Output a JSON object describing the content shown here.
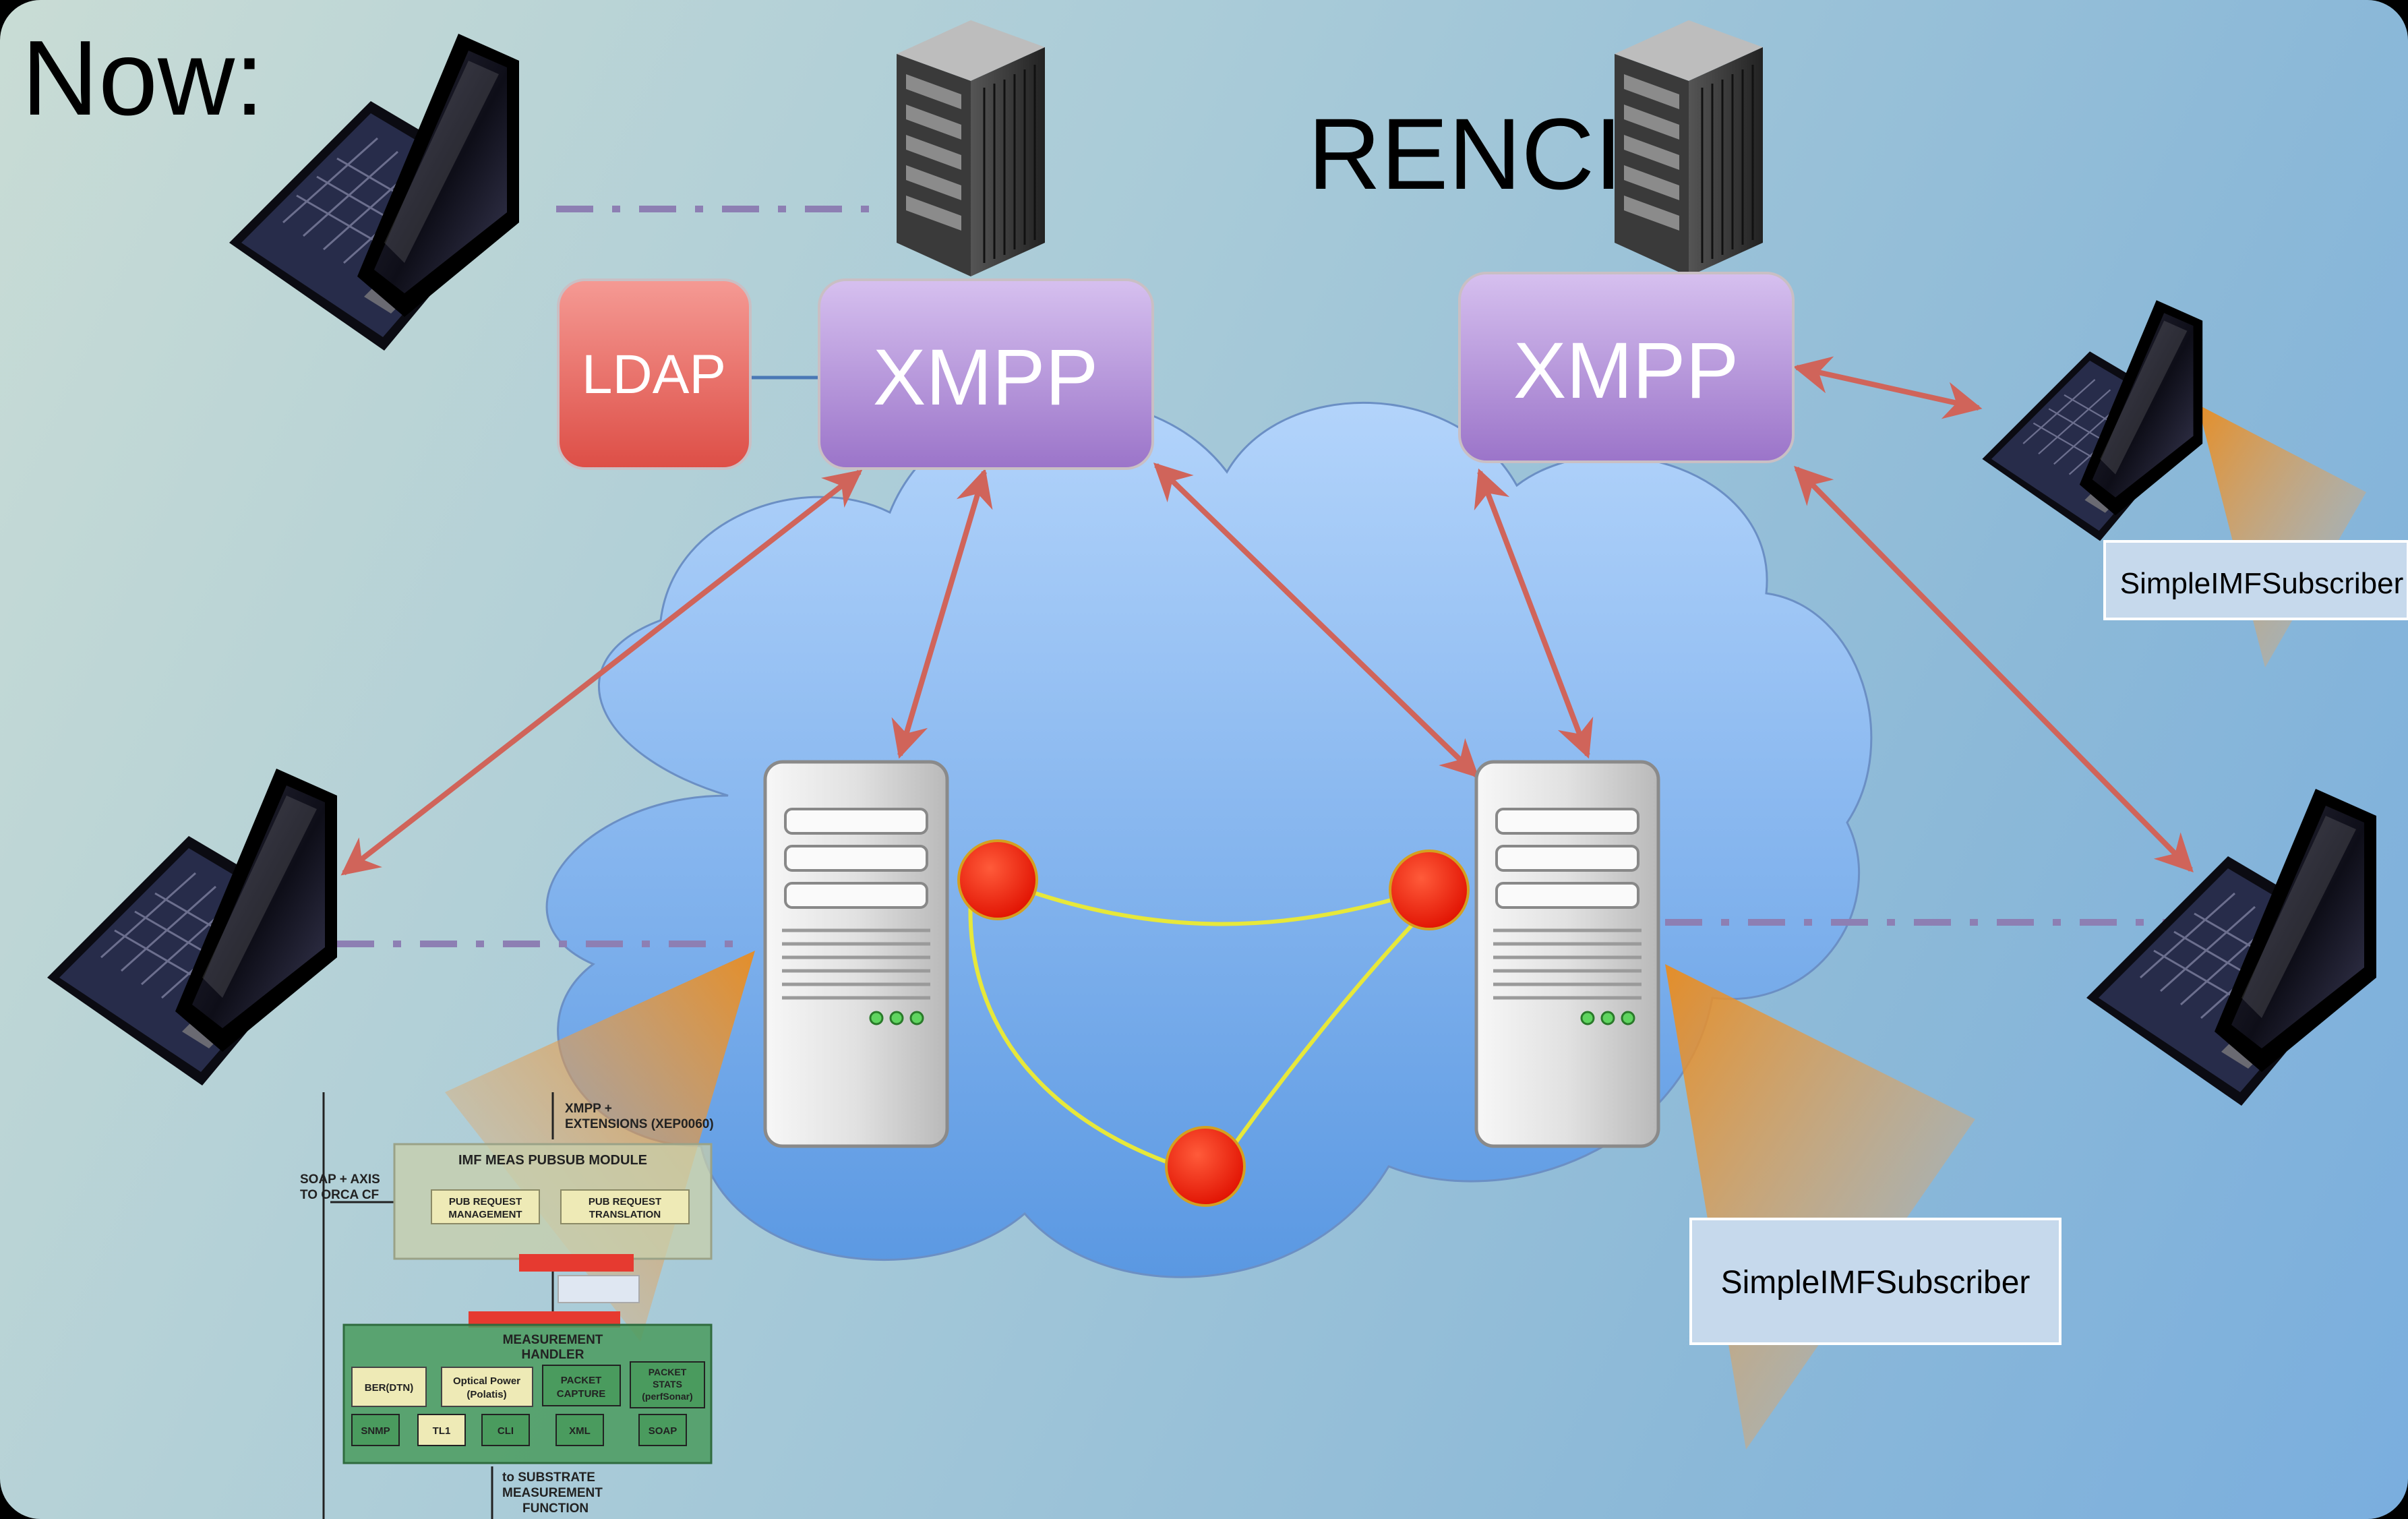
{
  "heading": "Now:",
  "site_label": "RENCI",
  "nodes": {
    "ldap": "LDAP",
    "xmpp_left": "XMPP",
    "xmpp_right": "XMPP"
  },
  "subscribers": {
    "right_top": "SimpleIMFSubscriber",
    "right_bottom": "SimpleIMFSubscriber"
  },
  "module": {
    "xmpp_ext": [
      "XMPP +",
      "EXTENSIONS (XEP0060)"
    ],
    "soap_axis": [
      "SOAP + AXIS",
      "TO ORCA CF"
    ],
    "pubsub_title": "IMF MEAS PUBSUB MODULE",
    "pub_request_mgmt": [
      "PUB REQUEST",
      "MANAGEMENT"
    ],
    "pub_request_trans": [
      "PUB REQUEST",
      "TRANSLATION"
    ],
    "handler_title": [
      "MEASUREMENT",
      "HANDLER"
    ],
    "ber": "BER(DTN)",
    "optical": [
      "Optical Power",
      "(Polatis)"
    ],
    "packet_capture": [
      "PACKET",
      "CAPTURE"
    ],
    "packet_stats": [
      "PACKET",
      "STATS",
      "(perfSonar)"
    ],
    "snmp": "SNMP",
    "tl1": "TL1",
    "cli": "CLI",
    "xml": "XML",
    "soap": "SOAP",
    "substrate": [
      "to SUBSTRATE",
      "MEASUREMENT",
      "FUNCTION"
    ]
  },
  "colors": {
    "xmpp": "#a987d1",
    "ldap": "#e8625b",
    "arrow": "#d0645a",
    "link": "#e7e83a",
    "router": "#ff1a00",
    "cloud": "#8fbcf4",
    "dashed": "#8d7fb3",
    "beam": "#e98c1f"
  }
}
